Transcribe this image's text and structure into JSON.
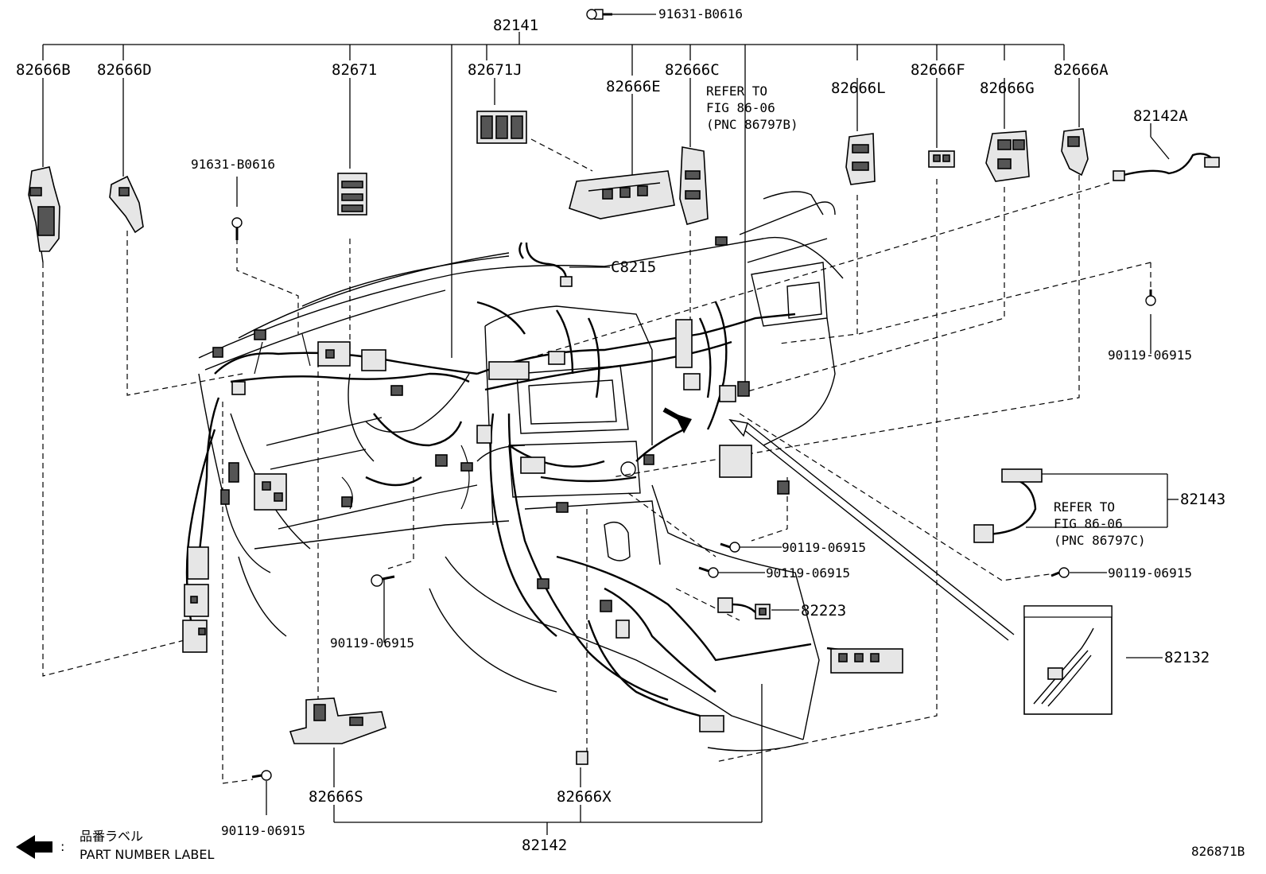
{
  "labels": {
    "p82141": "82141",
    "p91631_top": "91631-B0616",
    "p82666B": "82666B",
    "p82666D": "82666D",
    "p82671": "82671",
    "p82671J": "82671J",
    "p82666E": "82666E",
    "p82666C": "82666C",
    "p82666L": "82666L",
    "p82666F": "82666F",
    "p82666G": "82666G",
    "p82666A": "82666A",
    "p82142A": "82142A",
    "p91631_left": "91631-B0616",
    "pC8215": "C8215",
    "p90119_right_top": "90119-06915",
    "p82143": "82143",
    "p90119_mid1": "90119-06915",
    "p90119_mid2": "90119-06915",
    "p90119_right_bot": "90119-06915",
    "p82223": "82223",
    "p82132": "82132",
    "p90119_left_mid": "90119-06915",
    "p90119_bottom": "90119-06915",
    "p82666S": "82666S",
    "p82666X": "82666X",
    "p82142": "82142",
    "figure_code": "826871B"
  },
  "notes": {
    "refer1": [
      "REFER TO",
      "FIG 86-06",
      "(PNC 86797B)"
    ],
    "refer2": [
      "REFER TO",
      "FIG 86-06",
      "(PNC 86797C)"
    ]
  },
  "legend": {
    "jp": "品番ラベル",
    "colon": ":",
    "en": "PART NUMBER LABEL",
    "icon": "arrow-left-icon"
  }
}
